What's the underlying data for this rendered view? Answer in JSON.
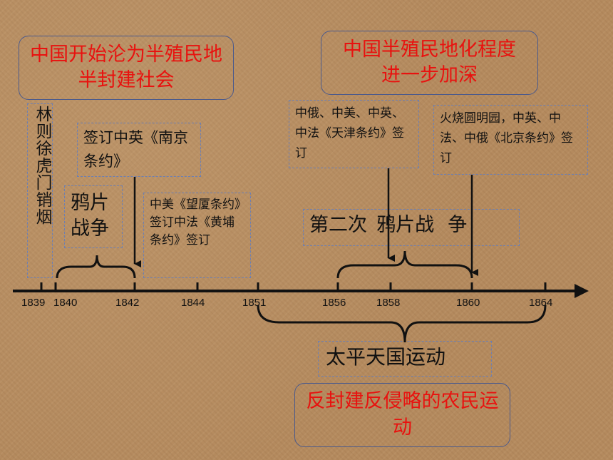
{
  "titles": {
    "left": "中国开始沦为半殖民地半封建社会",
    "right": "中国半殖民地化程度进一步加深"
  },
  "events": {
    "lin_zexu": "林则徐虎门销烟",
    "nanjing_treaty": "签订中英《南京条约》",
    "opium_war": "鸦片战争",
    "wangxia_huangpu": "中美《望厦条约》签订中法《黄埔条约》签订",
    "tianjin_treaty": "中俄、中美、中英、中法《天津条约》签订",
    "beijing_treaty": "火烧圆明园，中英、中法、中俄《北京条约》签订",
    "second_opium_war_1": "第二次",
    "second_opium_war_2": "鸦片战",
    "second_opium_war_3": "争",
    "taiping": "太平天国运动",
    "taiping_nature": "反封建反侵略的农民运动"
  },
  "timeline": {
    "years": [
      "1839",
      "1840",
      "1842",
      "1844",
      "1851",
      "1856",
      "1858",
      "1860",
      "1864"
    ]
  },
  "colors": {
    "accent_red": "#e8120f",
    "box_border": "#4b5a8c",
    "dashed_border": "#6c7fb3",
    "background": "#b48a5e"
  }
}
